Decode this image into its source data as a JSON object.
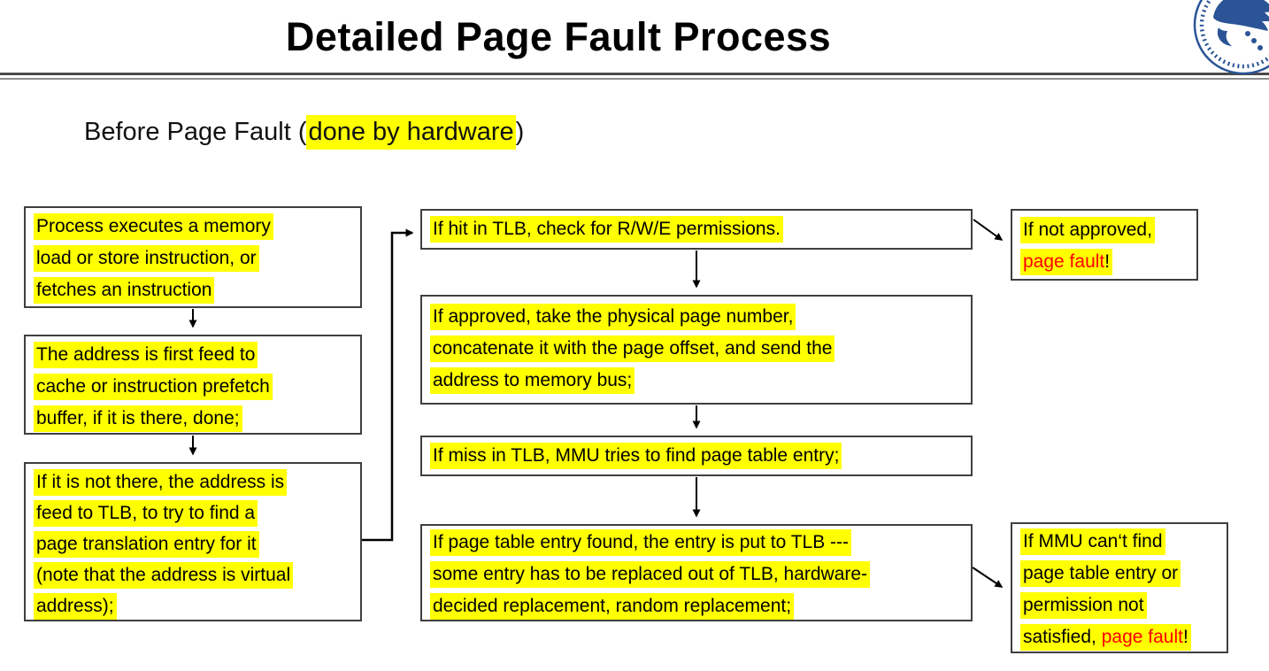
{
  "slide": {
    "title": "Detailed Page Fault Process",
    "subtitle_prefix": "Before Page Fault (",
    "subtitle_highlight": "done by hardware",
    "subtitle_suffix": ")"
  },
  "logo": {
    "name": "university-emblem"
  },
  "colors": {
    "highlight_yellow": "#ffff00",
    "alert_red": "#ff0000",
    "text_black": "#000000",
    "box_border": "#3f3f3f",
    "logo_blue": "#2a5496"
  },
  "flowchart": {
    "process": {
      "lines": [
        "Process executes a memory",
        "load or store instruction, or",
        "fetches an instruction"
      ]
    },
    "cache": {
      "lines": [
        "The address is first feed to",
        "cache or instruction prefetch",
        "buffer, if it is there, done;"
      ]
    },
    "tlb_lookup": {
      "lines": [
        "If it is not there, the address is",
        "feed to TLB, to try to find a",
        "page translation entry for it",
        "(note that the address is virtual",
        "address);"
      ]
    },
    "tlb_hit": {
      "lines": [
        "If hit in TLB, check for R/W/E permissions."
      ]
    },
    "approved": {
      "lines": [
        "If approved, take the physical page number,",
        "concatenate it with the page offset, and send the",
        "address to memory bus;"
      ]
    },
    "tlb_miss": {
      "lines": [
        "If miss in TLB, MMU tries to find page table entry;"
      ]
    },
    "pte_found": {
      "lines": [
        "If page table entry found, the entry is put to TLB ---",
        "some entry has to be replaced out of TLB, hardware-",
        "decided replacement, random replacement;"
      ]
    },
    "not_approved": {
      "line1": "If not approved,",
      "alert": "page fault",
      "bang": "!"
    },
    "mmu_fail": {
      "line1": "If MMU can‘t find",
      "line2": "page table entry or",
      "line3": "permission not",
      "line4_prefix": "satisfied, ",
      "alert": "page fault",
      "bang": "!"
    }
  }
}
